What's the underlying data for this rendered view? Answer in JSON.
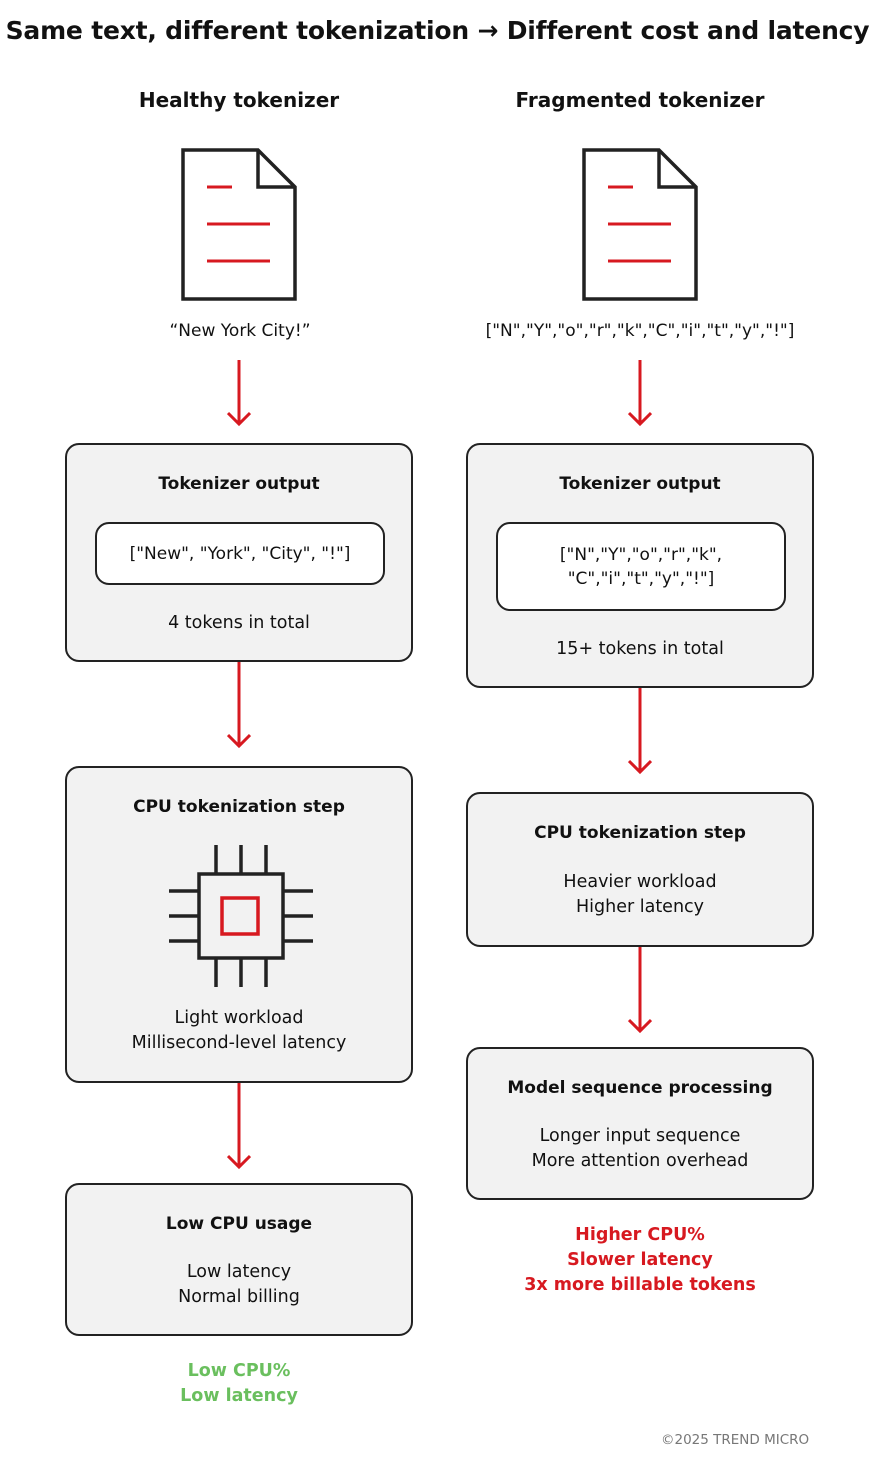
{
  "title": "Same text, different tokenization → Different cost and latency",
  "colors": {
    "accent_red": "#d71920",
    "good_green": "#6abf5e",
    "box_fill": "#f2f2f2",
    "outline": "#222222"
  },
  "left": {
    "heading": "Healthy tokenizer",
    "input_text": "“New York City!”",
    "tokenizer_box": {
      "title": "Tokenizer output",
      "tokens_lines": [
        "[\"New\", \"York\", \"City\", \"!\"]"
      ],
      "count": "4 tokens in total"
    },
    "cpu_box": {
      "title": "CPU tokenization step",
      "icon": "cpu-chip-icon",
      "lines": [
        "Light workload",
        "Millisecond-level latency"
      ]
    },
    "usage_box": {
      "title": "Low CPU usage",
      "lines": [
        "Low latency",
        "Normal billing"
      ]
    },
    "outcome": [
      "Low CPU%",
      "Low latency"
    ]
  },
  "right": {
    "heading": "Fragmented tokenizer",
    "input_text": "[\"N\",\"Y\",\"o\",\"r\",\"k\",\"C\",\"i\",\"t\",\"y\",\"!\"]",
    "tokenizer_box": {
      "title": "Tokenizer output",
      "tokens_lines": [
        "[\"N\",\"Y\",\"o\",\"r\",\"k\",",
        "\"C\",\"i\",\"t\",\"y\",\"!\"]"
      ],
      "count": "15+ tokens in total"
    },
    "cpu_box": {
      "title": "CPU tokenization step",
      "lines": [
        "Heavier workload",
        "Higher latency"
      ]
    },
    "model_box": {
      "title": "Model sequence processing",
      "lines": [
        "Longer input sequence",
        "More attention overhead"
      ]
    },
    "outcome": [
      "Higher CPU%",
      "Slower latency",
      "3x more billable tokens"
    ]
  },
  "footer": {
    "copyright": "©2025 TREND MICRO"
  }
}
